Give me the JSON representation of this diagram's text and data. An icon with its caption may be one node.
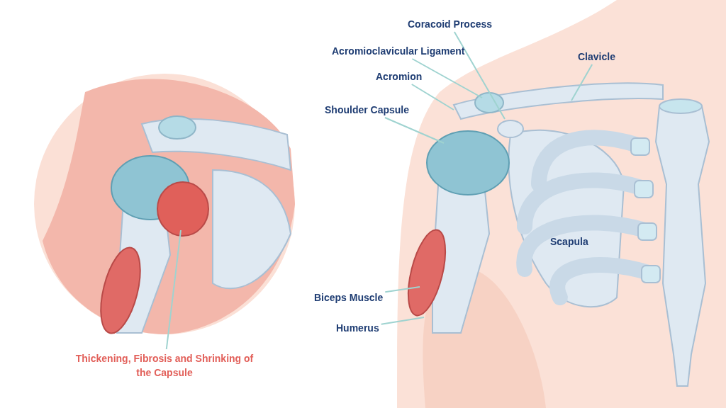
{
  "diagram": {
    "nodes": [
      {
        "text": [
          "Coracoid Process"
        ]
      },
      {
        "text": [
          "Acromioclavicular Ligament"
        ]
      },
      {
        "text": [
          "Acromion"
        ]
      },
      {
        "text": [
          "Clavicle"
        ]
      },
      {
        "text": [
          "Shoulder Capsule"
        ]
      },
      {
        "text": [
          "Biceps Muscle"
        ]
      },
      {
        "text": [
          "Humerus"
        ]
      },
      {
        "text": [
          "Thickening, Fibrosis and Shrinking of the Capsule"
        ]
      }
    ],
    "edges": [
      {
        "from": 0,
        "to": null,
        "arrow": "none"
      },
      {
        "from": 1,
        "to": null,
        "arrow": "none"
      },
      {
        "from": 2,
        "to": null,
        "arrow": "none"
      },
      {
        "from": 3,
        "to": null,
        "arrow": "none"
      },
      {
        "from": 4,
        "to": null,
        "arrow": "none"
      },
      {
        "from": 5,
        "to": null,
        "arrow": "none"
      },
      {
        "from": 6,
        "to": null,
        "arrow": "none"
      },
      {
        "from": 7,
        "to": null,
        "arrow": "none"
      }
    ],
    "labels": [
      "Scapula"
    ]
  }
}
